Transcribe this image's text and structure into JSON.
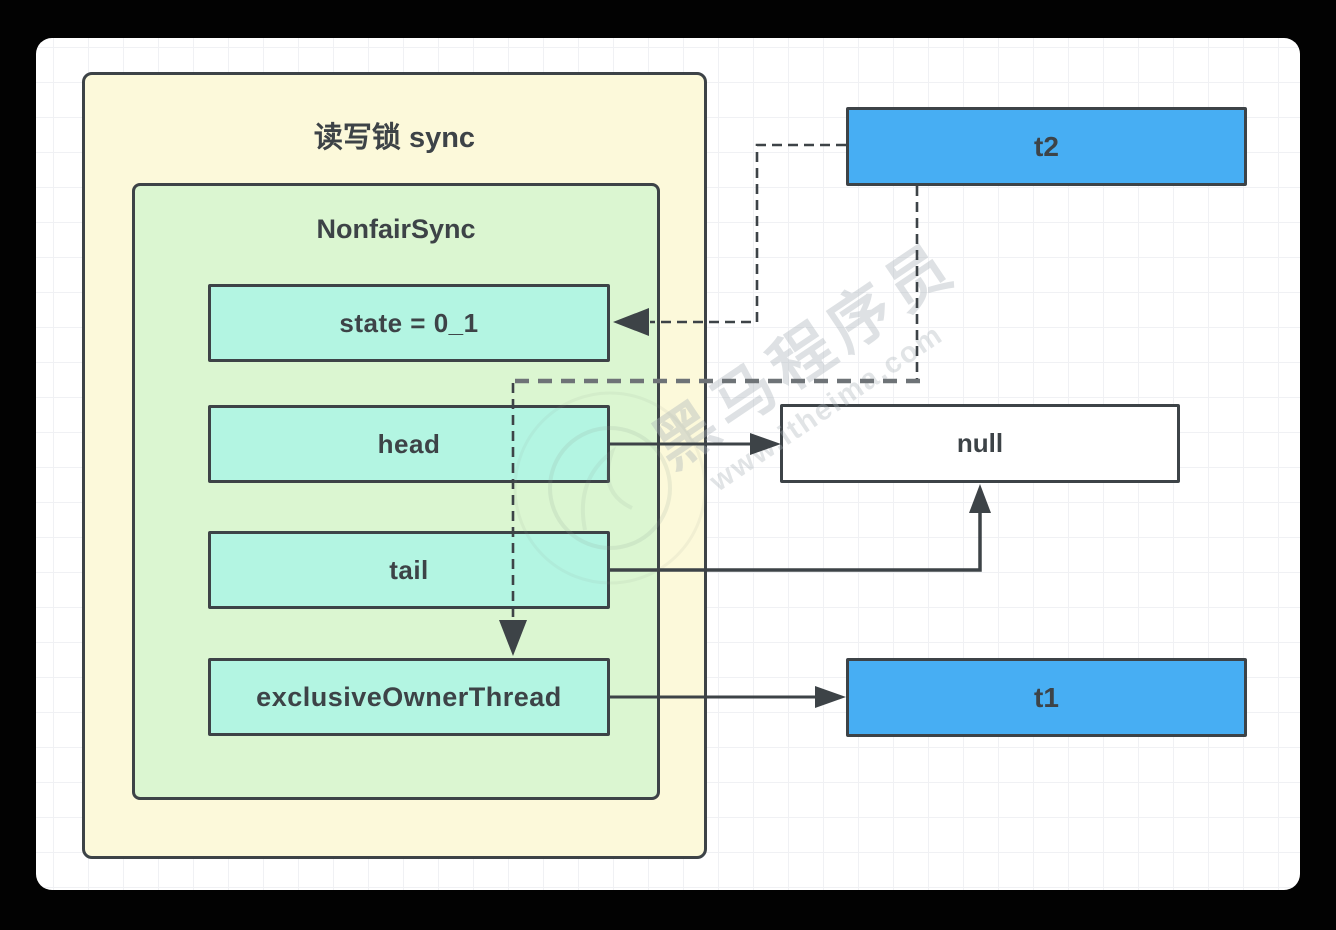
{
  "diagram": {
    "outer_container": {
      "title": "读写锁 sync",
      "fill": "#fcf9da"
    },
    "inner_container": {
      "title": "NonfairSync",
      "fill": "#dbf6d1"
    },
    "fields": [
      {
        "id": "state",
        "label": "state = 0_1"
      },
      {
        "id": "head",
        "label": "head"
      },
      {
        "id": "tail",
        "label": "tail"
      },
      {
        "id": "exclusiveOwnerThread",
        "label": "exclusiveOwnerThread"
      }
    ],
    "threads": [
      {
        "id": "t2",
        "label": "t2"
      },
      {
        "id": "t1",
        "label": "t1"
      }
    ],
    "null_node": {
      "label": "null"
    },
    "edges": [
      {
        "from": "t2",
        "to": "state",
        "style": "dashed",
        "arrow": "into-state-right-side"
      },
      {
        "from": "t2",
        "to": "exclusiveOwnerThread",
        "style": "dashed",
        "arrow": "into-exclusiveOwnerThread-top"
      },
      {
        "from": "head",
        "to": "null",
        "style": "solid",
        "arrow": "into-null-left-side"
      },
      {
        "from": "tail",
        "to": "null",
        "style": "solid",
        "arrow": "into-null-bottom"
      },
      {
        "from": "exclusiveOwnerThread",
        "to": "t1",
        "style": "solid",
        "arrow": "into-t1-left-side"
      }
    ],
    "colors": {
      "outer_fill": "#fcf9da",
      "inner_fill": "#dbf6d1",
      "field_fill": "#b3f5e2",
      "thread_fill": "#47aef3",
      "null_fill": "#ffffff",
      "stroke": "#3d4347",
      "grey_dash": "#6e7377",
      "grid_line": "#f0f1f4",
      "canvas_bg": "#ffffff",
      "page_bg": "#000000"
    }
  },
  "watermark": {
    "brand": "黑马程序员",
    "url": "www.itheima.com"
  }
}
